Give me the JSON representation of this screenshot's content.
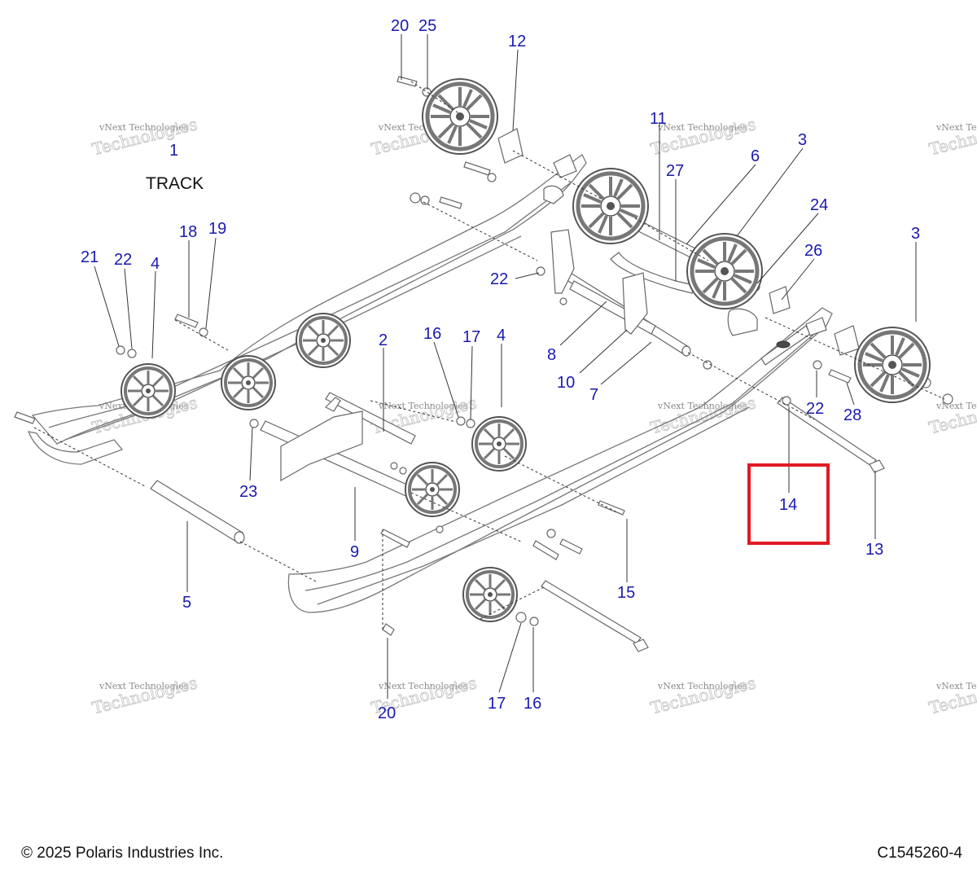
{
  "track_label": "TRACK",
  "callouts": {
    "c1": "1",
    "c2": "2",
    "c3a": "3",
    "c3b": "3",
    "c4a": "4",
    "c4b": "4",
    "c5": "5",
    "c6": "6",
    "c7": "7",
    "c8": "8",
    "c9": "9",
    "c10": "10",
    "c11": "11",
    "c12": "12",
    "c13": "13",
    "c14": "14",
    "c15": "15",
    "c16a": "16",
    "c16b": "16",
    "c17a": "17",
    "c17b": "17",
    "c18": "18",
    "c19": "19",
    "c20a": "20",
    "c20b": "20",
    "c21": "21",
    "c22a": "22",
    "c22b": "22",
    "c22c": "22",
    "c23": "23",
    "c24": "24",
    "c25": "25",
    "c26": "26",
    "c27": "27",
    "c28": "28"
  },
  "watermark": {
    "line1": "vNext Technologies",
    "line2": "Technologies"
  },
  "highlight_color": "#e01b24",
  "callout_color": "#1a1ab0",
  "footer": {
    "copyright": "© 2025 Polaris Industries Inc.",
    "code": "C1545260-4"
  }
}
